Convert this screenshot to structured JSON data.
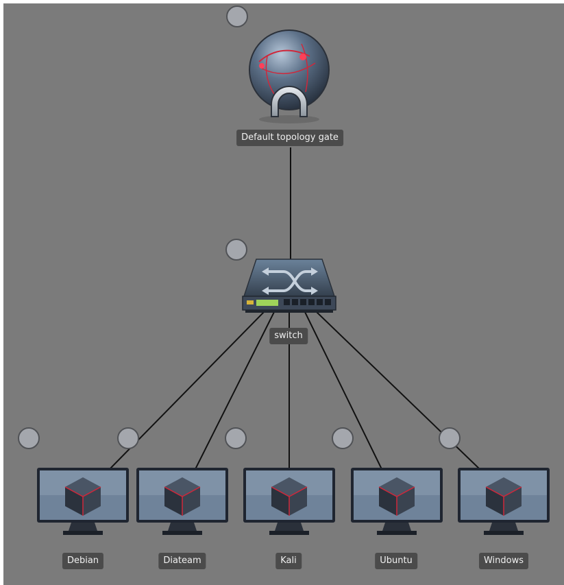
{
  "colors": {
    "canvas": "#7b7b7b",
    "link": "#111111",
    "state_dot": "#a4a7ad",
    "label_bg": "#4b4b4b",
    "accent_red": "#d0273a"
  },
  "nodes": {
    "gateway": {
      "label": "Default topology gate",
      "icon": "globe-gateway-icon"
    },
    "switch": {
      "label": "switch",
      "icon": "network-switch-icon"
    },
    "vms": [
      {
        "label": "Debian",
        "icon": "monitor-vm-icon"
      },
      {
        "label": "Diateam",
        "icon": "monitor-vm-icon"
      },
      {
        "label": "Kali",
        "icon": "monitor-vm-icon"
      },
      {
        "label": "Ubuntu",
        "icon": "monitor-vm-icon"
      },
      {
        "label": "Windows",
        "icon": "monitor-vm-icon"
      }
    ]
  }
}
